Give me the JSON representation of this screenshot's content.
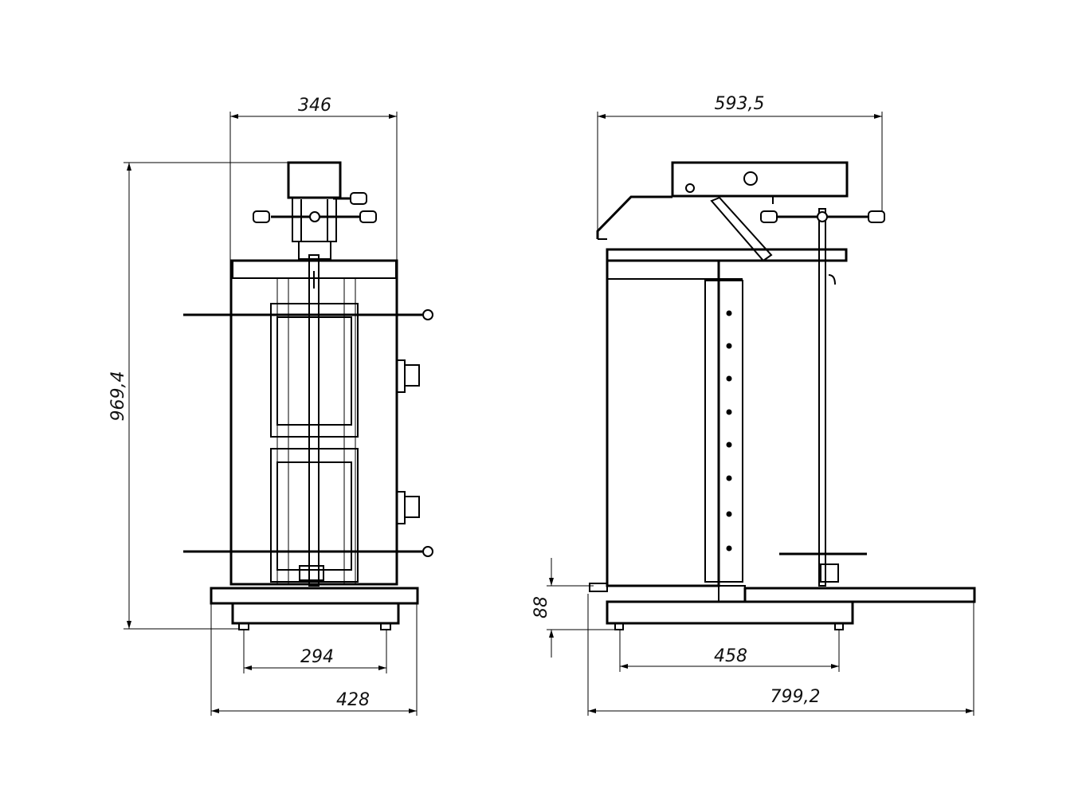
{
  "drawing": {
    "front_view": {
      "width_top": "346",
      "height_total": "969,4",
      "feet_spacing": "294",
      "base_width": "428"
    },
    "side_view": {
      "depth_top": "593,5",
      "base_height": "88",
      "feet_spacing": "458",
      "overall_depth": "799,2"
    }
  }
}
